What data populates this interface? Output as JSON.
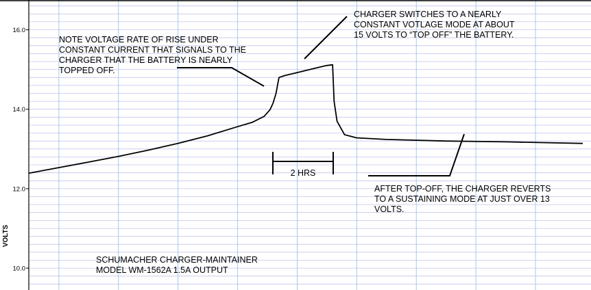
{
  "chart_data": {
    "type": "line",
    "ylabel": "VOLTS",
    "ylim": [
      9.45,
      16.75
    ],
    "yticks": [
      {
        "value": 16.0,
        "label": "16.0"
      },
      {
        "value": 14.0,
        "label": "14.0"
      },
      {
        "value": 12.0,
        "label": "12.0"
      },
      {
        "value": 10.0,
        "label": "10.0"
      }
    ],
    "x_unit": "hours",
    "xlim": [
      0,
      18.6
    ],
    "grid": true,
    "series": [
      {
        "points": [
          [
            0.0,
            12.39
          ],
          [
            1.0,
            12.53
          ],
          [
            2.0,
            12.67
          ],
          [
            3.0,
            12.81
          ],
          [
            4.0,
            12.97
          ],
          [
            5.0,
            13.14
          ],
          [
            6.0,
            13.33
          ],
          [
            7.0,
            13.56
          ],
          [
            7.5,
            13.67
          ],
          [
            7.9,
            13.82
          ],
          [
            8.1,
            13.99
          ],
          [
            8.2,
            14.15
          ],
          [
            8.3,
            14.4
          ],
          [
            8.4,
            14.8
          ],
          [
            8.6,
            14.85
          ],
          [
            9.0,
            14.92
          ],
          [
            9.6,
            15.03
          ],
          [
            10.0,
            15.1
          ],
          [
            10.2,
            15.12
          ],
          [
            10.25,
            14.2
          ],
          [
            10.35,
            13.7
          ],
          [
            10.6,
            13.36
          ],
          [
            11.0,
            13.28
          ],
          [
            12.0,
            13.24
          ],
          [
            14.0,
            13.2
          ],
          [
            16.0,
            13.18
          ],
          [
            18.6,
            13.14
          ]
        ]
      }
    ],
    "scale_bar": {
      "label": "2 HRS",
      "hours": 2
    },
    "annotations": [
      {
        "id": "rise",
        "lines": [
          "NOTE VOLTAGE RATE OF RISE UNDER",
          "CONSTANT CURRENT THAT SIGNALS TO THE",
          "CHARGER THAT THE BATTERY IS NEARLY",
          "TOPPED OFF."
        ]
      },
      {
        "id": "switch",
        "lines": [
          "CHARGER SWITCHES TO A NEARLY",
          "CONSTANT VOTLAGE MODE AT ABOUT",
          "15 VOLTS TO “TOP OFF” THE BATTERY."
        ]
      },
      {
        "id": "maintain",
        "lines": [
          "AFTER TOP-OFF, THE CHARGER REVERTS",
          "TO A SUSTAINING MODE AT JUST OVER 13",
          "VOLTS."
        ]
      },
      {
        "id": "model",
        "lines": [
          "SCHUMACHER CHARGER-MAINTAINER",
          "MODEL WM-1562A  1.5A OUTPUT"
        ]
      }
    ]
  },
  "colors": {
    "grid_minor": "#c2c2ee",
    "grid_major": "#9fc3e6",
    "line": "#000000",
    "background": "#ffffff"
  }
}
